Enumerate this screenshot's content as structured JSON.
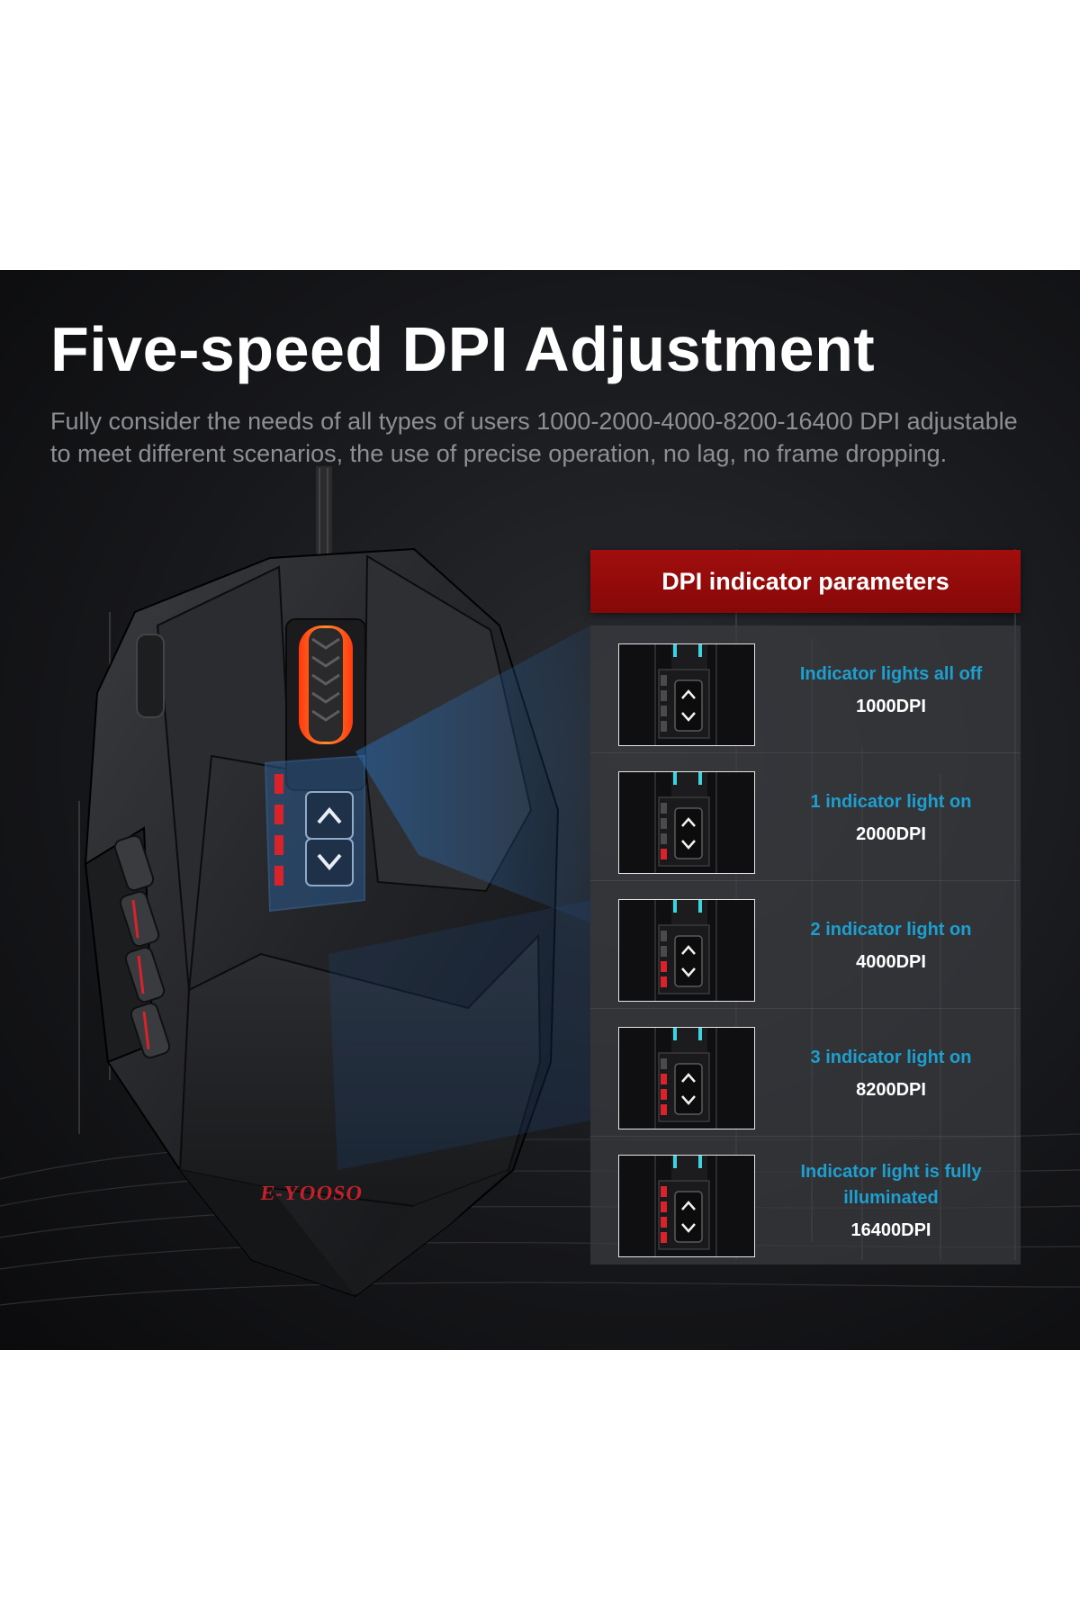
{
  "headline": "Five-speed DPI Adjustment",
  "description": "Fully consider the needs of all types of users 1000-2000-4000-8200-16400 DPI adjustable to meet different scenarios, the use of precise operation, no lag, no frame dropping.",
  "brand": "E-YOOSO",
  "colors": {
    "indicator_red": "#d8232a",
    "indicator_off": "#4a4a4a",
    "state_text": "#1d9fd0",
    "header_red": "#960b0b",
    "cyan_led": "#3fd2e0"
  },
  "dpi_table": {
    "title": "DPI indicator parameters",
    "rows": [
      {
        "state": "Indicator lights all off",
        "dpi": "1000DPI",
        "lights_on": 0
      },
      {
        "state": "1 indicator light on",
        "dpi": "2000DPI",
        "lights_on": 1
      },
      {
        "state": "2 indicator light on",
        "dpi": "4000DPI",
        "lights_on": 2
      },
      {
        "state": "3 indicator light on",
        "dpi": "8200DPI",
        "lights_on": 3
      },
      {
        "state": "Indicator light is fully illuminated",
        "dpi": "16400DPI",
        "lights_on": 4
      }
    ]
  }
}
